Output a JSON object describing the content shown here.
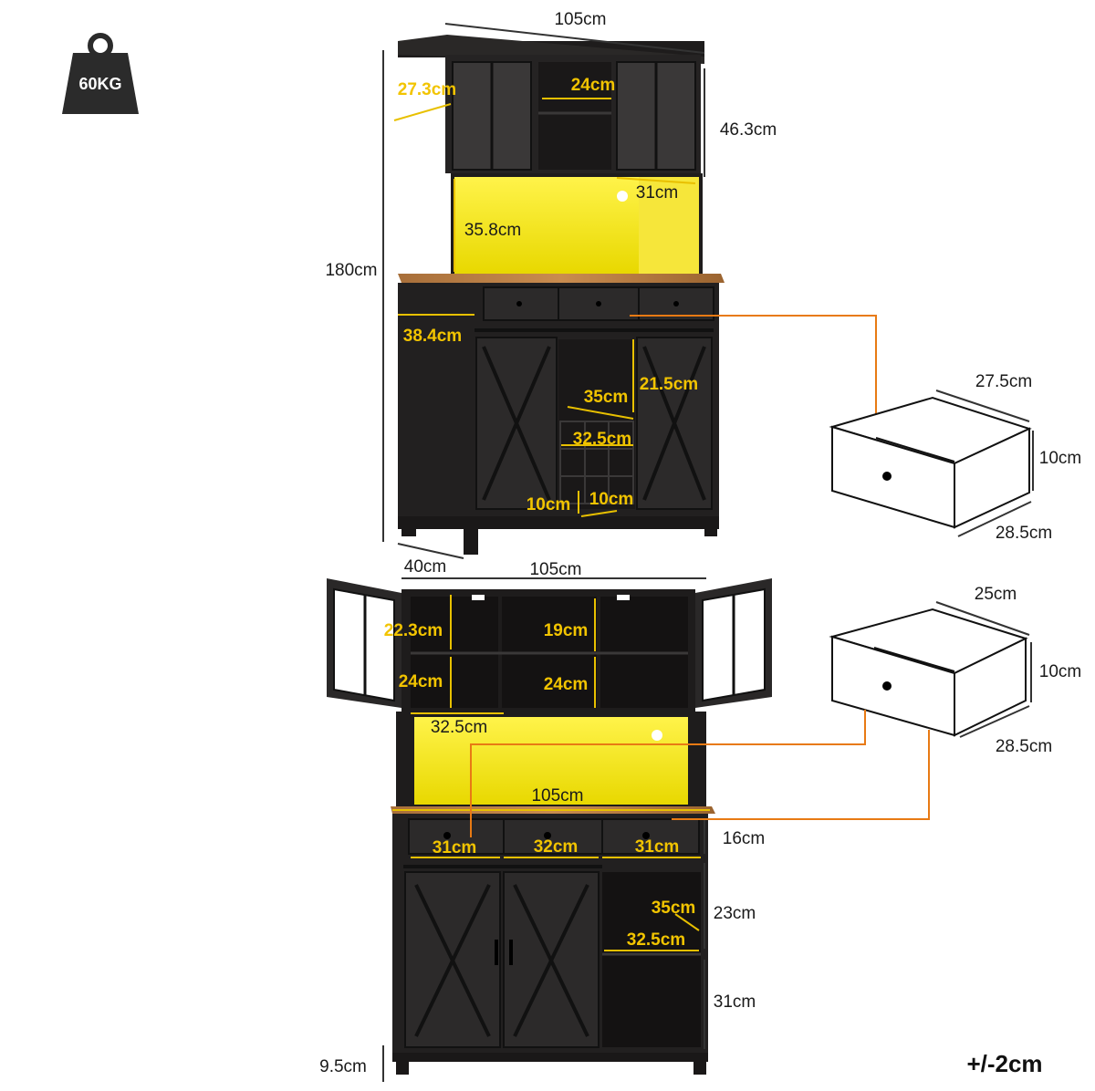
{
  "weight": {
    "label": "60KG"
  },
  "tolerance": "+/-2cm",
  "top_view": {
    "overall_width": "105cm",
    "overall_height": "180cm",
    "depth": "40cm",
    "upper_depth": "27.3cm",
    "shelf_gap": "24cm",
    "upper_height": "46.3cm",
    "hutch_depth": "31cm",
    "light_height": "35.8cm",
    "base_depth": "38.4cm",
    "wine_width": "35cm",
    "wine_height": "21.5cm",
    "wine_inner": "32.5cm",
    "cell_w": "10cm",
    "cell_h": "10cm"
  },
  "drawer_large": {
    "depth": "27.5cm",
    "height": "10cm",
    "width": "28.5cm"
  },
  "drawer_small": {
    "depth": "25cm",
    "height": "10cm",
    "width": "28.5cm"
  },
  "front_view": {
    "overall_width": "105cm",
    "upper_h1": "22.3cm",
    "upper_h2": "19cm",
    "lower_h1": "24cm",
    "lower_h2": "24cm",
    "compartment_w": "32.5cm",
    "counter_w": "105cm",
    "drawer_h": "16cm",
    "drawer_w1": "31cm",
    "drawer_w2": "32cm",
    "drawer_w3": "31cm",
    "side_depth": "35cm",
    "side_height": "23cm",
    "side_inner": "32.5cm",
    "bottom_h": "31cm",
    "leg_h": "9.5cm"
  }
}
